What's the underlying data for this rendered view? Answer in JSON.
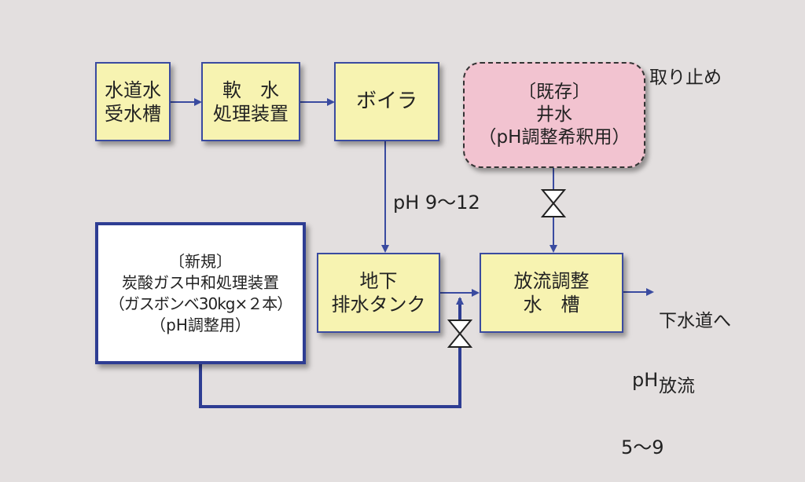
{
  "diagram": {
    "nodes": {
      "tap_tank": {
        "lines": [
          "水道水",
          "受水槽"
        ]
      },
      "softener": {
        "lines": [
          "軟　水",
          "処理装置"
        ]
      },
      "boiler": {
        "lines": [
          "ボイラ"
        ]
      },
      "well": {
        "lines": [
          "〔既存〕",
          "井水",
          "（pH調整希釈用）"
        ]
      },
      "co2_unit": {
        "lines": [
          "〔新規〕",
          "炭酸ガス中和処理装置",
          "（ガスボンベ30kg×２本）",
          "（pH調整用）"
        ]
      },
      "drain_tank": {
        "lines": [
          "地下",
          "排水タンク"
        ]
      },
      "adjust_tank": {
        "lines": [
          "放流調整",
          "水　槽"
        ]
      }
    },
    "labels": {
      "well_status": "取り止め",
      "boiler_ph": "pH 9～12",
      "sewer": [
        "下水道へ",
        "放流"
      ],
      "discharge_ph": [
        "pH",
        "5～9"
      ]
    },
    "colors": {
      "line": "#3a4ba0",
      "box_yellow": "#f7f3b1",
      "box_pink": "#f2c3d0",
      "background": "#e3dfdf"
    }
  }
}
